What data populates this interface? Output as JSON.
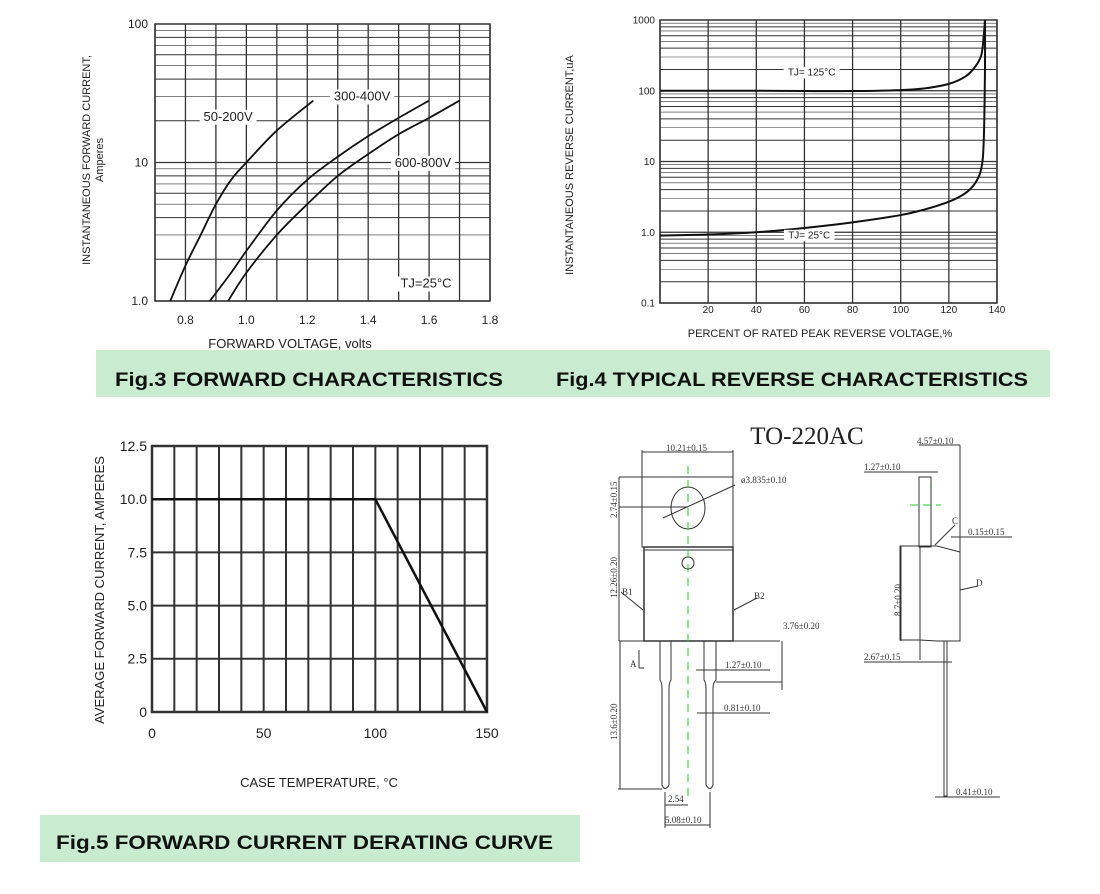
{
  "captions": {
    "fig3": "Fig.3 FORWARD  CHARACTERISTICS",
    "fig4": "Fig.4 TYPICAL REVERSE CHARACTERISTICS",
    "fig5": "Fig.5 FORWARD  CURRENT DERATING CURVE"
  },
  "colors": {
    "caption_band": "#c9ecd1",
    "grid": "#333333",
    "curve": "#111111",
    "centerline": "#22cc22"
  },
  "chart_data": [
    {
      "id": "fig3",
      "type": "line",
      "title": "Fig.3 FORWARD CHARACTERISTICS",
      "xlabel": "FORWARD VOLTAGE, volts",
      "ylabel": "INSTANTANEOUS FORWARD CURRENT,",
      "ylabel2": "Amperes",
      "xscale": "linear",
      "yscale": "log",
      "xlim": [
        0.7,
        1.8
      ],
      "ylim": [
        1,
        100
      ],
      "xticks": [
        0.8,
        1.0,
        1.2,
        1.4,
        1.6,
        1.8
      ],
      "xtick_labels": [
        "0.8",
        "1.0",
        "1.2",
        "1.4",
        "1.6",
        "1.8"
      ],
      "yticks": [
        1,
        10,
        100
      ],
      "ytick_labels": [
        "1.0",
        "10",
        "100"
      ],
      "grid": true,
      "annotations": [
        {
          "text": "50-200V",
          "x": 0.94,
          "y": 20
        },
        {
          "text": "300-400V",
          "x": 1.38,
          "y": 28
        },
        {
          "text": "600-800V",
          "x": 1.58,
          "y": 9.3
        },
        {
          "text": "TJ=25°C",
          "x": 1.59,
          "y": 1.25
        }
      ],
      "series": [
        {
          "name": "50-200V",
          "x": [
            0.75,
            0.8,
            0.85,
            0.9,
            0.95,
            1.0,
            1.1,
            1.22
          ],
          "y": [
            1.0,
            1.8,
            3.0,
            5.0,
            7.5,
            10,
            17,
            28
          ]
        },
        {
          "name": "300-400V",
          "x": [
            0.88,
            0.95,
            1.0,
            1.1,
            1.2,
            1.3,
            1.4,
            1.5,
            1.6
          ],
          "y": [
            1.0,
            1.6,
            2.3,
            4.5,
            7.5,
            11,
            15.5,
            21,
            28
          ]
        },
        {
          "name": "600-800V",
          "x": [
            0.94,
            1.0,
            1.1,
            1.2,
            1.3,
            1.4,
            1.5,
            1.6,
            1.7
          ],
          "y": [
            1.0,
            1.6,
            3.0,
            5.0,
            8.0,
            11.5,
            16,
            21,
            28
          ]
        }
      ]
    },
    {
      "id": "fig4",
      "type": "line",
      "title": "Fig.4 TYPICAL REVERSE CHARACTERISTICS",
      "xlabel": "PERCENT OF RATED PEAK REVERSE VOLTAGE,%",
      "ylabel": "INSTANTANEOUS REVERSE CURRENT,uA",
      "xscale": "linear",
      "yscale": "log",
      "xlim": [
        0,
        140
      ],
      "ylim": [
        0.1,
        1000
      ],
      "xticks": [
        20,
        40,
        60,
        80,
        100,
        120,
        140
      ],
      "xtick_labels": [
        "20",
        "40",
        "60",
        "80",
        "100",
        "120",
        "140"
      ],
      "yticks": [
        0.1,
        1,
        10,
        100,
        1000
      ],
      "ytick_labels": [
        "0.1",
        "1.0",
        "10",
        "100",
        "1000"
      ],
      "grid": true,
      "annotations": [
        {
          "text": "TJ= 125°C",
          "x": 63,
          "y": 165
        },
        {
          "text": "TJ= 25°C",
          "x": 62,
          "y": 0.82
        }
      ],
      "series": [
        {
          "name": "TJ=125°C",
          "x": [
            0,
            20,
            40,
            60,
            80,
            100,
            110,
            120,
            127,
            131,
            133.5,
            134.5,
            135
          ],
          "y": [
            100,
            100,
            100,
            99,
            99,
            102,
            108,
            125,
            160,
            220,
            320,
            600,
            1000
          ]
        },
        {
          "name": "TJ=25°C",
          "x": [
            0,
            20,
            40,
            60,
            80,
            100,
            110,
            120,
            127,
            131,
            133.5,
            134.5,
            135,
            135
          ],
          "y": [
            0.9,
            0.93,
            1.0,
            1.15,
            1.38,
            1.75,
            2.1,
            2.7,
            3.6,
            5,
            8,
            20,
            200,
            1000
          ]
        }
      ]
    },
    {
      "id": "fig5",
      "type": "line",
      "title": "Fig.5 FORWARD CURRENT DERATING CURVE",
      "xlabel": "CASE TEMPERATURE, °C",
      "ylabel": "AVERAGE FORWARD CURRENT, AMPERES",
      "xscale": "linear",
      "yscale": "linear",
      "xlim": [
        0,
        150
      ],
      "ylim": [
        0,
        12.5
      ],
      "xticks": [
        0,
        50,
        100,
        150
      ],
      "xtick_labels": [
        "0",
        "50",
        "100",
        "150"
      ],
      "yticks": [
        0,
        2.5,
        5.0,
        7.5,
        10.0,
        12.5
      ],
      "ytick_labels": [
        "0",
        "2.5",
        "5.0",
        "7.5",
        "10.0",
        "12.5"
      ],
      "grid": true,
      "series": [
        {
          "name": "derating",
          "x": [
            0,
            100,
            150
          ],
          "y": [
            10,
            10,
            0
          ]
        }
      ]
    }
  ],
  "package": {
    "title": "TO-220AC",
    "dims": {
      "width": "10.21±0.15",
      "hole": "ø3.835±0.10",
      "hole_offset": "2.74±0.15",
      "body_height": "12.26±0.20",
      "b1": "B1",
      "b2": "B2",
      "lead_shoulder": "3.76±0.20",
      "a": "A",
      "lead_width": "1.27±0.10",
      "lead_thin": "0.81±0.10",
      "lead_length": "13.6±0.20",
      "pitch": "2.54",
      "pitch2": "5.08±0.10",
      "thickness": "4.57±0.10",
      "tab_thickness": "1.27±0.10",
      "c": "C",
      "c_dim": "0.15±0.15",
      "side_height": "8.7±0.20",
      "d": "D",
      "lead_offset": "2.67±0.15",
      "lead_thickness": "0.41±0.10"
    }
  }
}
